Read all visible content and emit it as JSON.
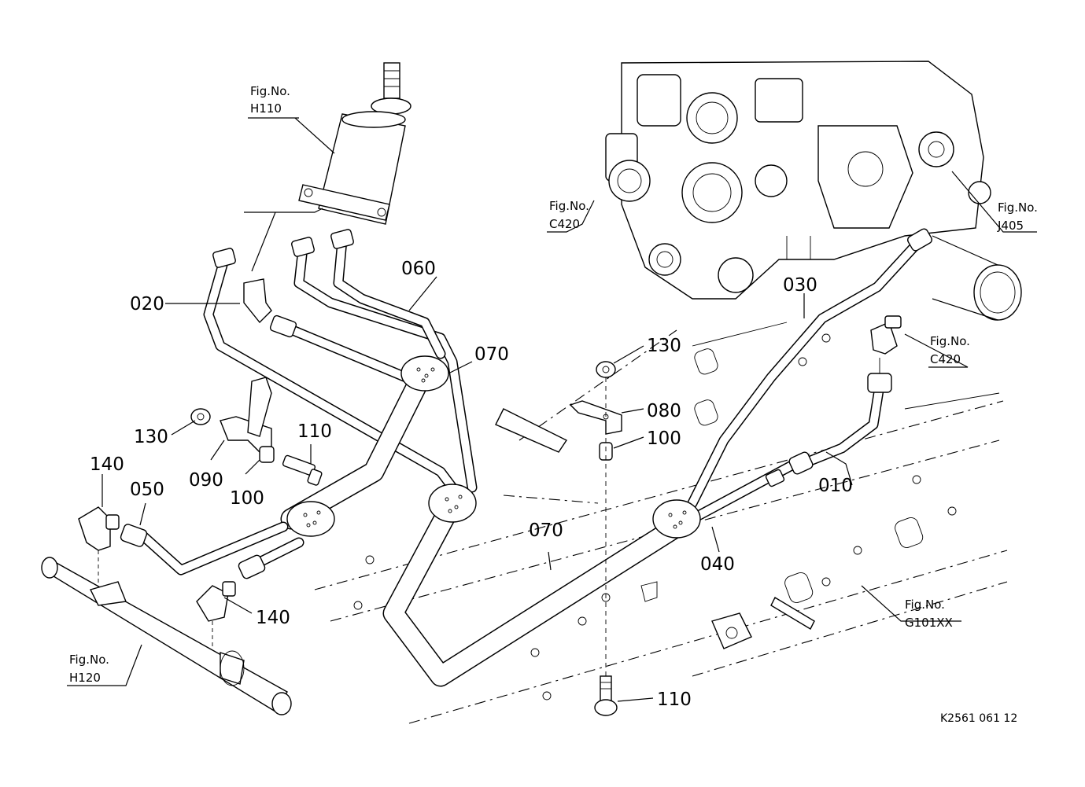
{
  "figure_refs": [
    {
      "id": "h110",
      "line1": "Fig.No.",
      "line2": "H110"
    },
    {
      "id": "c420-top",
      "line1": "Fig.No.",
      "line2": "C420"
    },
    {
      "id": "j405",
      "line1": "Fig.No.",
      "line2": "J405"
    },
    {
      "id": "c420-mid",
      "line1": "Fig.No.",
      "line2": "C420"
    },
    {
      "id": "g101xx",
      "line1": "Fig.No.",
      "line2": "G101XX"
    },
    {
      "id": "h120",
      "line1": "Fig.No.",
      "line2": "H120"
    }
  ],
  "part_labels": {
    "p010": "010",
    "p020": "020",
    "p030": "030",
    "p040": "040",
    "p050": "050",
    "p060": "060",
    "p070_upper": "070",
    "p070_lower": "070",
    "p080": "080",
    "p090": "090",
    "p100_left": "100",
    "p100_right": "100",
    "p110_left": "110",
    "p110_bottom": "110",
    "p130_left": "130",
    "p130_right": "130",
    "p140_left": "140",
    "p140_right": "140"
  },
  "drawing_code": "K2561 061 12"
}
